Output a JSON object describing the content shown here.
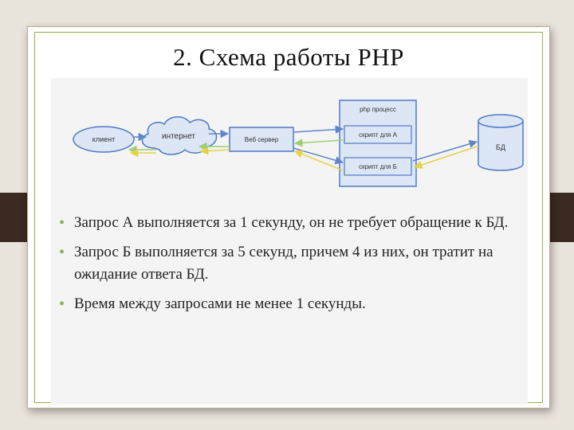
{
  "slide": {
    "title": "2. Схема работы PHP"
  },
  "diagram": {
    "client": "клиент",
    "internet": "интернет",
    "web_server": "Веб сервер",
    "php_process": "php процесс",
    "script_a": "скрипт для А",
    "script_b": "скрипт для Б",
    "db": "БД",
    "colors": {
      "box_fill": "#dce6f5",
      "box_stroke": "#4f7ac4",
      "arrow_green": "#9ccf72",
      "arrow_yellow": "#e6d24a",
      "arrow_blue": "#5f87c8"
    }
  },
  "bullets": [
    {
      "marker": "•",
      "text": "Запрос А выполняется за 1 секунду, он не требует обращение к БД."
    },
    {
      "marker": "•",
      "text": "Запрос Б выполняется за 5 секунд, причем 4 из них, он тратит на ожидание ответа БД."
    },
    {
      "marker": "•",
      "text": "Время между запросами не менее 1 секунды."
    }
  ],
  "colors": {
    "accent": "#8fad4b",
    "frame": "#93b04a",
    "tabs": "#3b2a21"
  }
}
